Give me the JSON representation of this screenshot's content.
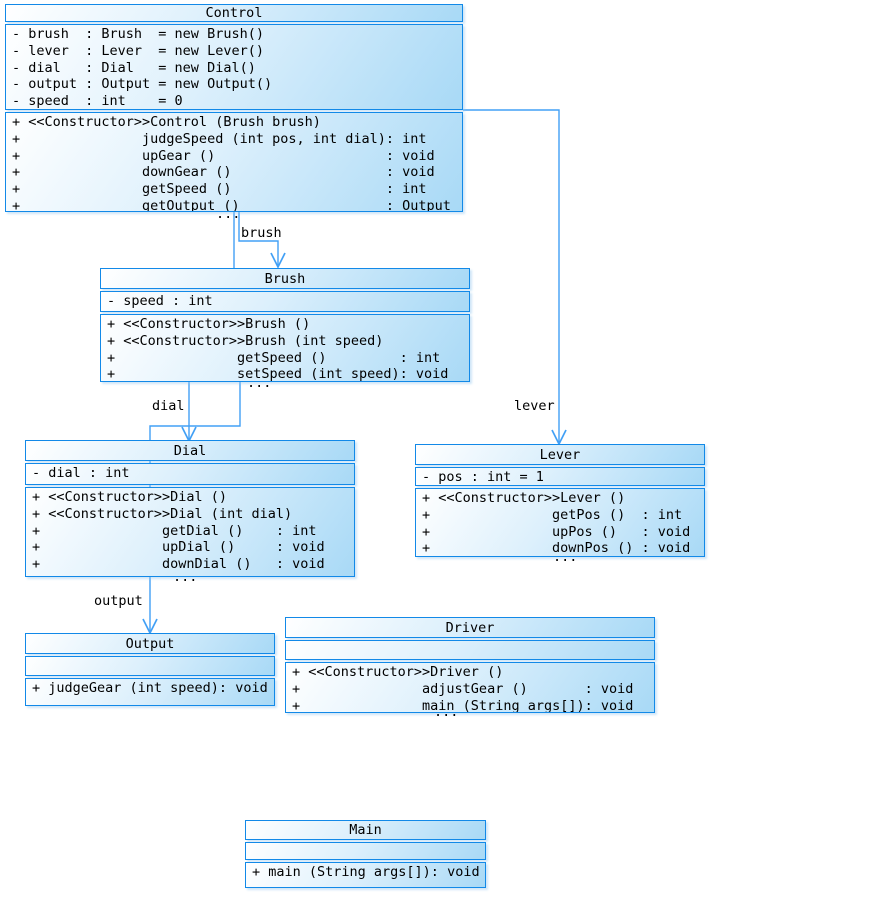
{
  "classes": {
    "control": {
      "title": "Control",
      "attributes": [
        "- brush  : Brush  = new Brush()",
        "- lever  : Lever  = new Lever()",
        "- dial   : Dial   = new Dial()",
        "- output : Output = new Output()",
        "- speed  : int    = 0"
      ],
      "methods": [
        "+ <<Constructor>>Control (Brush brush)",
        "+               judgeSpeed (int pos, int dial): int",
        "+               upGear ()                     : void",
        "+               downGear ()                   : void",
        "+               getSpeed ()                   : int",
        "+               getOutput ()                  : Output"
      ]
    },
    "brush": {
      "title": "Brush",
      "attributes": [
        "- speed : int"
      ],
      "methods": [
        "+ <<Constructor>>Brush ()",
        "+ <<Constructor>>Brush (int speed)",
        "+               getSpeed ()         : int",
        "+               setSpeed (int speed): void"
      ]
    },
    "dial": {
      "title": "Dial",
      "attributes": [
        "- dial : int"
      ],
      "methods": [
        "+ <<Constructor>>Dial ()",
        "+ <<Constructor>>Dial (int dial)",
        "+               getDial ()    : int",
        "+               upDial ()     : void",
        "+               downDial ()   : void"
      ]
    },
    "lever": {
      "title": "Lever",
      "attributes": [
        "- pos : int = 1"
      ],
      "methods": [
        "+ <<Constructor>>Lever ()",
        "+               getPos ()  : int",
        "+               upPos ()   : void",
        "+               downPos () : void"
      ]
    },
    "output": {
      "title": "Output",
      "attributes": [],
      "methods": [
        "+ judgeGear (int speed): void"
      ]
    },
    "driver": {
      "title": "Driver",
      "attributes": [],
      "methods": [
        "+ <<Constructor>>Driver ()",
        "+               adjustGear ()       : void",
        "+               main (String args[]): void"
      ]
    },
    "main": {
      "title": "Main",
      "attributes": [],
      "methods": [
        "+ main (String args[]): void"
      ]
    }
  },
  "connector_labels": {
    "brush": "brush",
    "dial": "dial",
    "lever": "lever",
    "output": "output"
  },
  "ellipsis": "...",
  "colors": {
    "box_border": "#1289e8",
    "connector": "#42a0f5",
    "fill_top": "#ffffff",
    "fill_bottom": "#a8d9f6",
    "text": "#000000"
  }
}
